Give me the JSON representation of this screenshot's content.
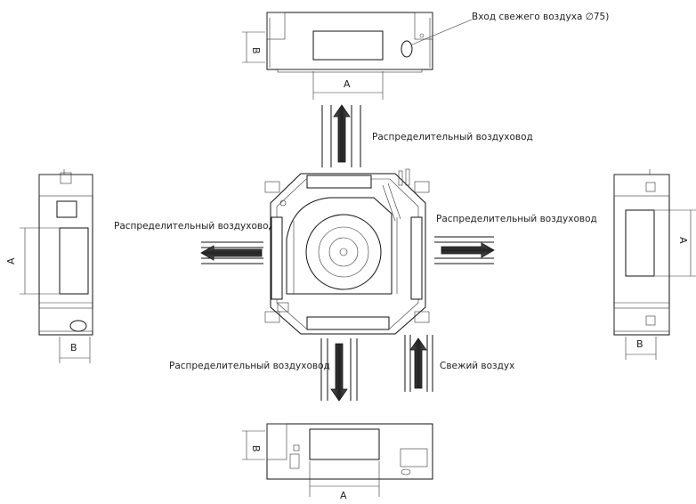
{
  "labels": {
    "fresh_air_inlet": "Вход свежего воздуха ∅75)",
    "duct_top": "Распределительный воздуховод",
    "duct_left": "Распределительный воздуховод",
    "duct_right": "Распределительный воздуховод",
    "duct_bottom": "Распределительный воздуховод",
    "fresh_air": "Свежий воздух"
  },
  "dimensions": {
    "a": "A",
    "b": "B"
  },
  "colors": {
    "line": "#111111",
    "arrow_fill": "#3a3a3a"
  }
}
